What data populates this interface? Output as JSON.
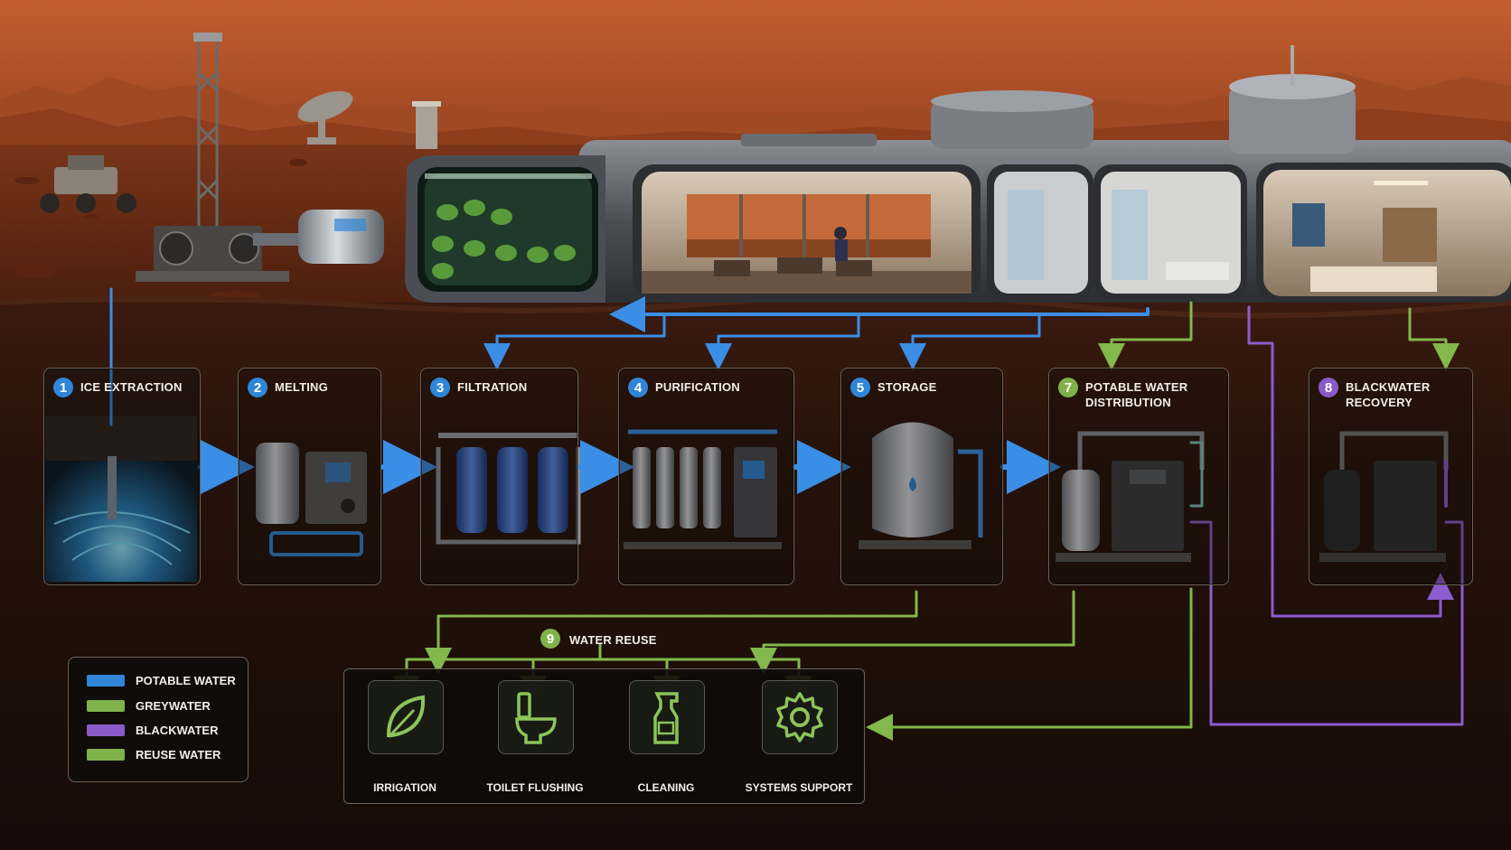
{
  "stages": [
    {
      "num": "1",
      "title": "ICE EXTRACTION",
      "color": "blue"
    },
    {
      "num": "2",
      "title": "MELTING",
      "color": "blue"
    },
    {
      "num": "3",
      "title": "FILTRATION",
      "color": "blue"
    },
    {
      "num": "4",
      "title": "PURIFICATION",
      "color": "blue"
    },
    {
      "num": "5",
      "title": "STORAGE",
      "color": "blue"
    },
    {
      "num": "7",
      "title": "POTABLE WATER\nDISTRIBUTION",
      "color": "green"
    },
    {
      "num": "8",
      "title": "BLACKWATER\nRECOVERY",
      "color": "purple"
    }
  ],
  "reuse": {
    "num": "9",
    "title": "WATER REUSE",
    "items": [
      {
        "label": "IRRIGATION",
        "icon": "leaf-icon"
      },
      {
        "label": "TOILET FLUSHING",
        "icon": "toilet-icon"
      },
      {
        "label": "CLEANING",
        "icon": "spray-bottle-icon"
      },
      {
        "label": "SYSTEMS SUPPORT",
        "icon": "gear-icon"
      }
    ]
  },
  "legend": [
    {
      "label": "POTABLE WATER",
      "color": "#2f86d8"
    },
    {
      "label": "GREYWATER",
      "color": "#7fb24a"
    },
    {
      "label": "BLACKWATER",
      "color": "#8a5ac8"
    },
    {
      "label": "REUSE WATER",
      "color": "#7fb24a"
    }
  ],
  "colors": {
    "potable": "#3a8ee6",
    "grey": "#82b84c",
    "black": "#8c5cd0"
  }
}
